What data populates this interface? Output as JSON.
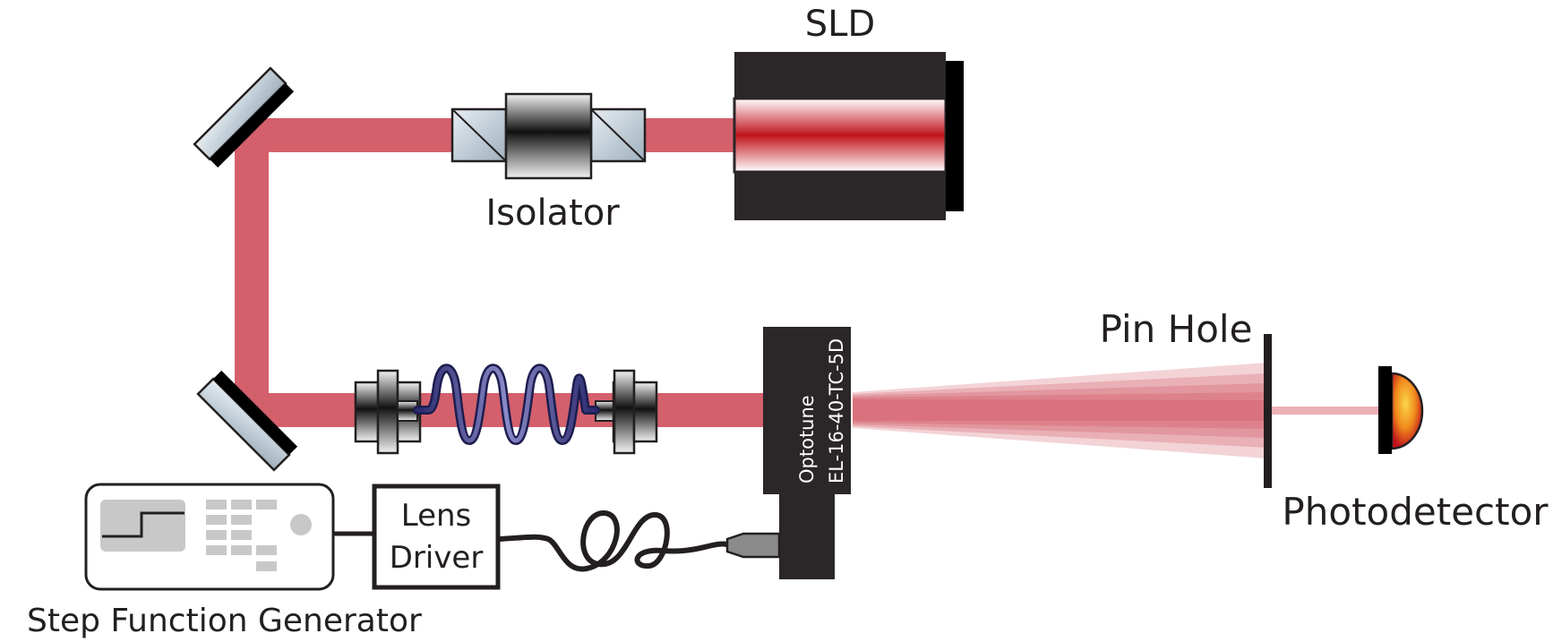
{
  "labels": {
    "sld": "SLD",
    "isolator": "Isolator",
    "pin_hole": "Pin Hole",
    "photodetector": "Photodetector",
    "lens_driver_line1": "Lens",
    "lens_driver_line2": "Driver",
    "step_function_generator": "Step Function Generator",
    "optotune_line1": "Optotune",
    "optotune_line2": "EL-16-40-TC-5D"
  },
  "colors": {
    "beam": "#d4606c",
    "beam_diverging": "#eeb0b8",
    "housing": "#2b2628",
    "laser_core": "#c0141c",
    "mirror_glass": "#c9d4dc",
    "fiber": "#2a2a6e",
    "detector_core": "#f5b52a",
    "detector_edge": "#c0141c",
    "panel_gray": "#c8c8c8"
  },
  "icons": {
    "function_generator_screen": "step-waveform-icon"
  }
}
